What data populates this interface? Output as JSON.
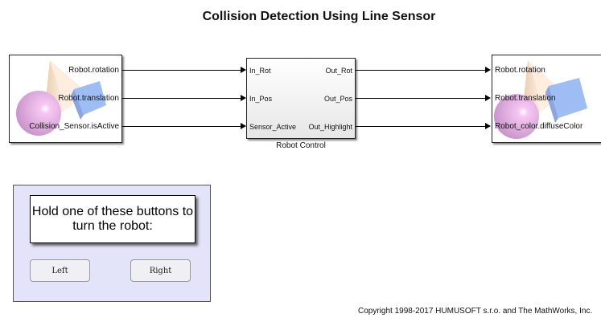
{
  "title": "Collision Detection Using Line Sensor",
  "vr_source": {
    "ports": [
      "Robot.rotation",
      "Robot.translation",
      "Collision_Sensor.isActive"
    ]
  },
  "robot_control": {
    "label": "Robot Control",
    "inputs": [
      "In_Rot",
      "In_Pos",
      "Sensor_Active"
    ],
    "outputs": [
      "Out_Rot",
      "Out_Pos",
      "Out_Highlight"
    ]
  },
  "vr_sink": {
    "ports": [
      "Robot.rotation",
      "Robot.translation",
      "Robot_color.diffuseColor"
    ]
  },
  "control_panel": {
    "instruction": "Hold one of these buttons to turn the robot:",
    "left_button": "Left",
    "right_button": "Right",
    "background": "#e3e3fa"
  },
  "copyright": "Copyright 1998-2017 HUMUSOFT s.r.o. and The MathWorks, Inc."
}
